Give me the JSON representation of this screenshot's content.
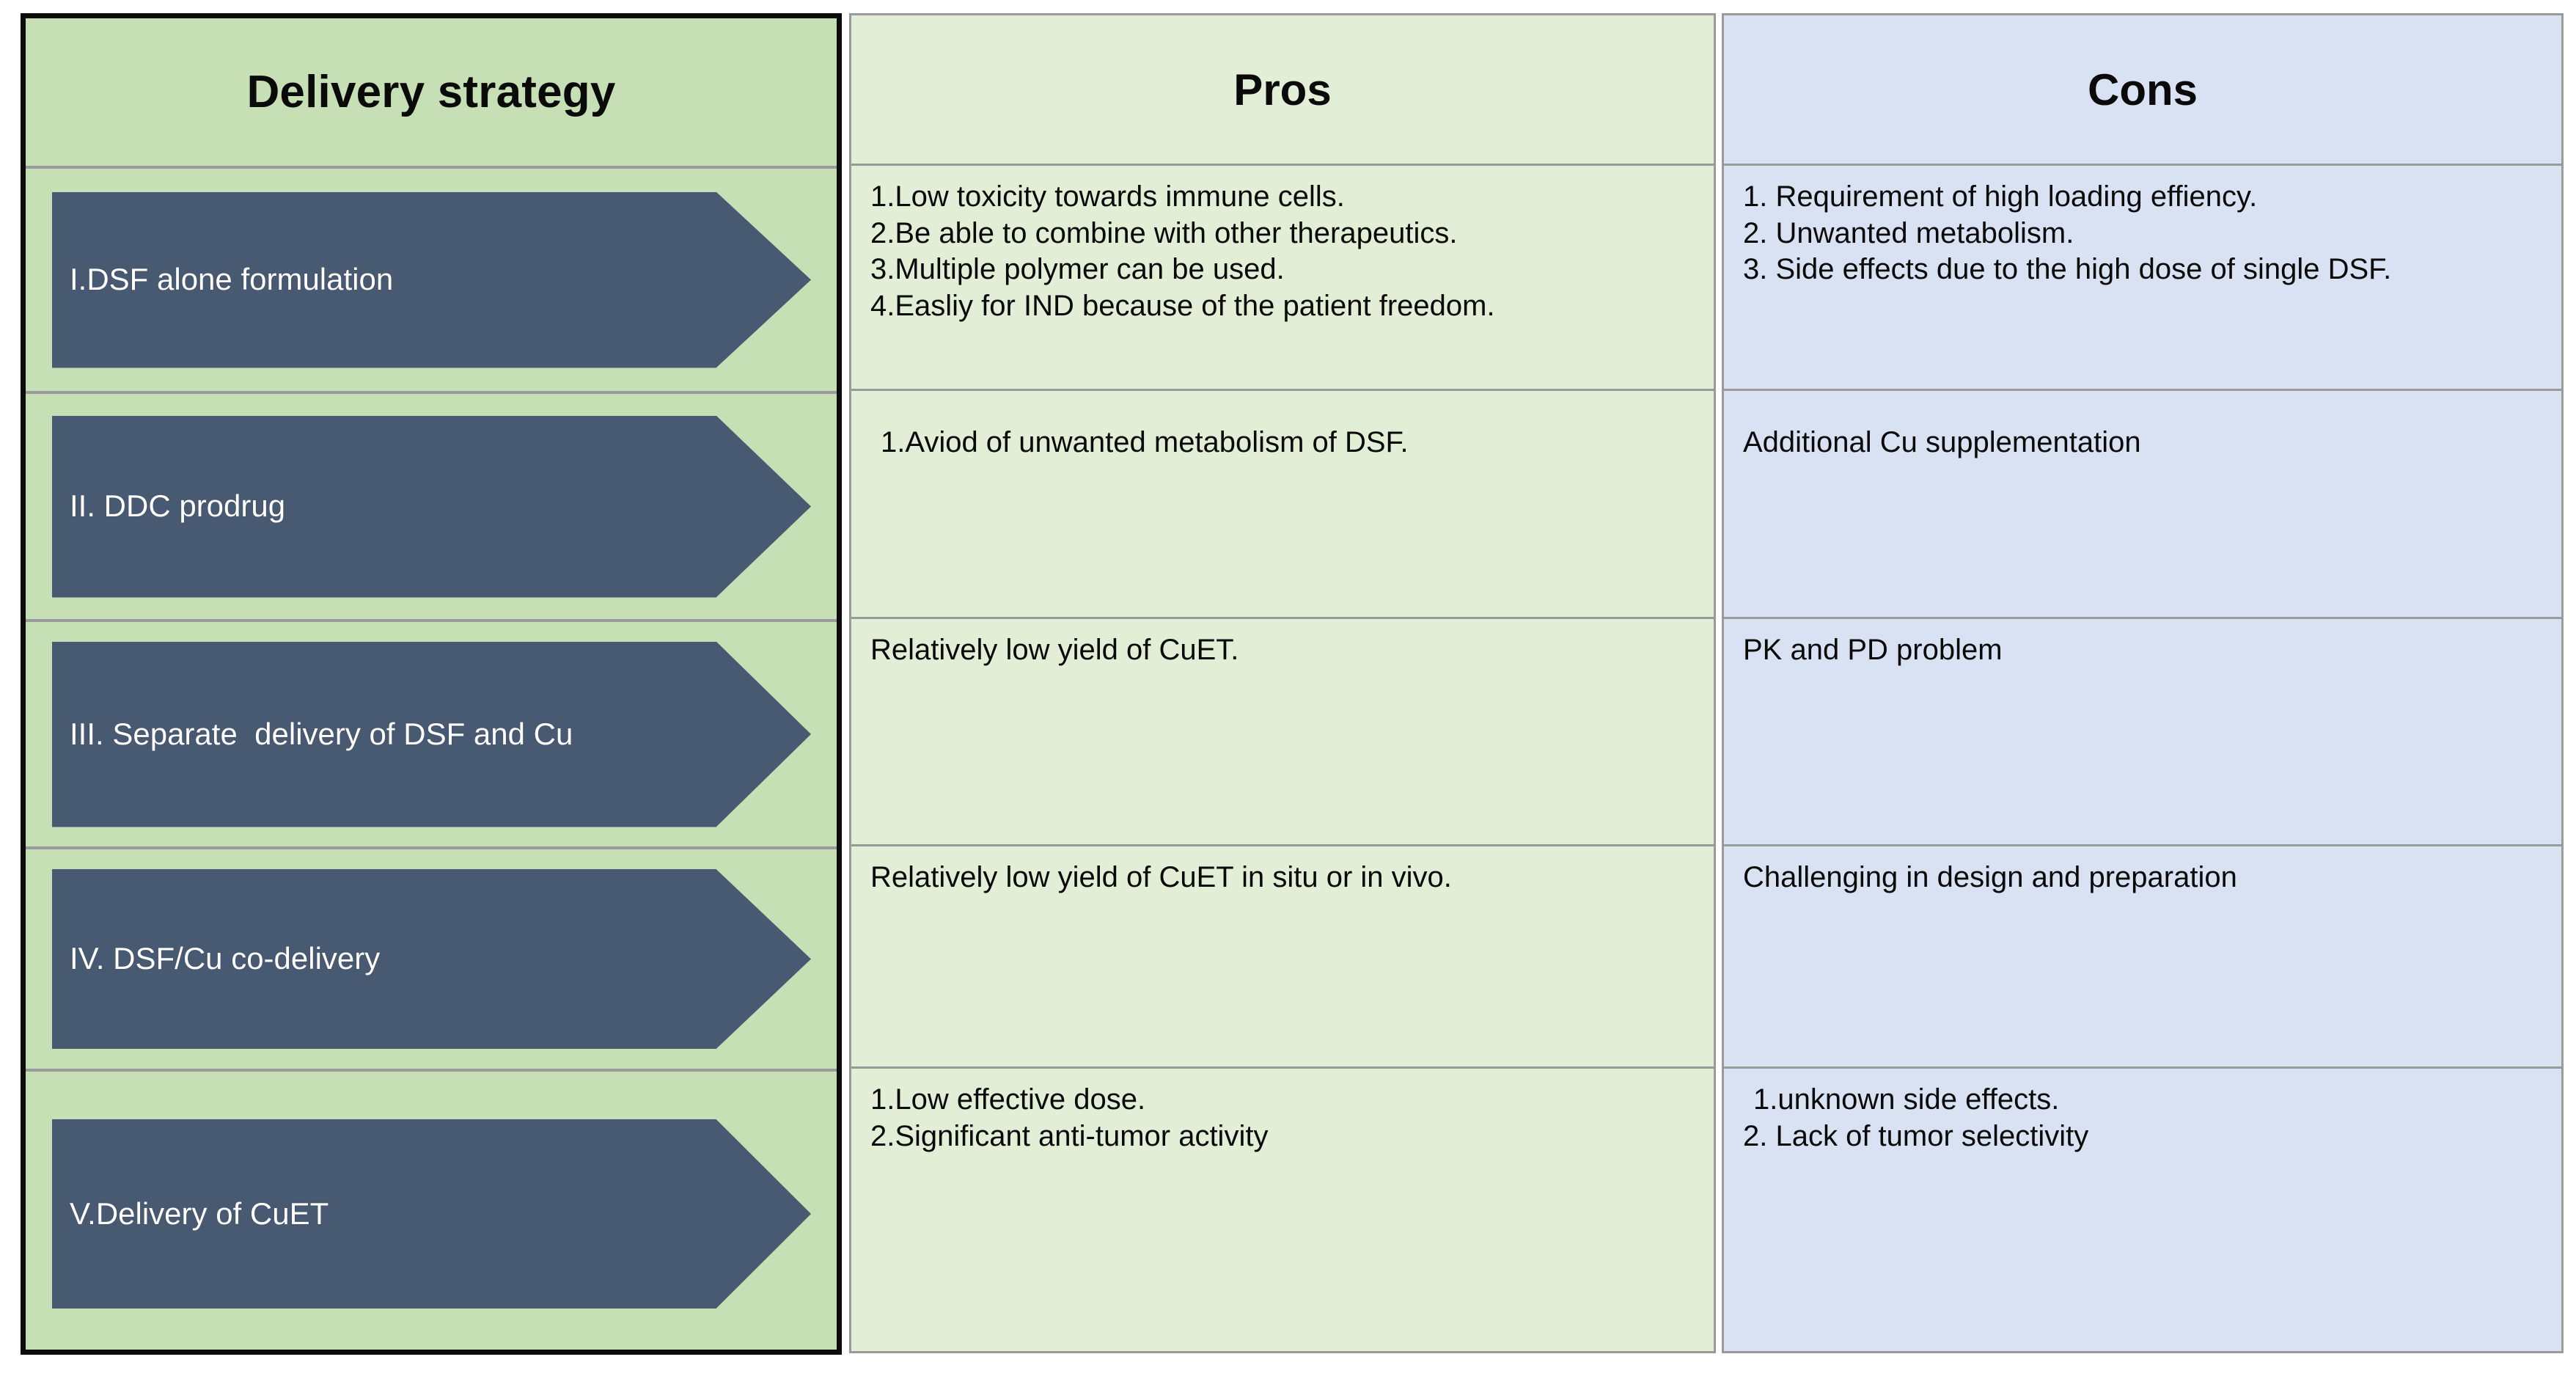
{
  "table": {
    "headers": {
      "strategy": "Delivery strategy",
      "pros": "Pros",
      "cons": "Cons"
    },
    "colors": {
      "strategy_bg": "#c6dfb4",
      "pros_bg": "#e3eed6",
      "cons_bg": "#d9e2f3",
      "arrow_fill": "#485972",
      "arrow_text": "#ffffff",
      "grid_line": "#9a9a9a",
      "outer_border": "#0b0b0b",
      "body_text": "#0a0a0a"
    },
    "rows": [
      {
        "strategy": "I.DSF alone formulation",
        "pros": [
          "1.Low toxicity towards immune cells.",
          "2.Be able to combine with other therapeutics.",
          "3.Multiple polymer can be used.",
          "4.Easliy for IND because of the patient freedom."
        ],
        "cons": [
          "1. Requirement of high loading effiency.",
          "2. Unwanted metabolism.",
          "3. Side effects due to the high dose of single DSF."
        ]
      },
      {
        "strategy": "II. DDC prodrug",
        "pros": [
          "1.Aviod of unwanted metabolism of DSF."
        ],
        "cons": [
          "Additional Cu supplementation"
        ]
      },
      {
        "strategy": "III. Separate  delivery of DSF and Cu",
        "pros": [
          "Relatively low yield of CuET."
        ],
        "cons": [
          "PK and PD problem"
        ]
      },
      {
        "strategy": "IV. DSF/Cu co-delivery",
        "pros": [
          "Relatively low yield of CuET in situ or in vivo."
        ],
        "cons": [
          "Challenging in design and preparation"
        ]
      },
      {
        "strategy": "V.Delivery of CuET",
        "pros": [
          "1.Low effective dose.",
          "2.Significant anti-tumor activity"
        ],
        "cons": [
          "1.unknown side effects.",
          "2. Lack of tumor selectivity"
        ]
      }
    ]
  }
}
